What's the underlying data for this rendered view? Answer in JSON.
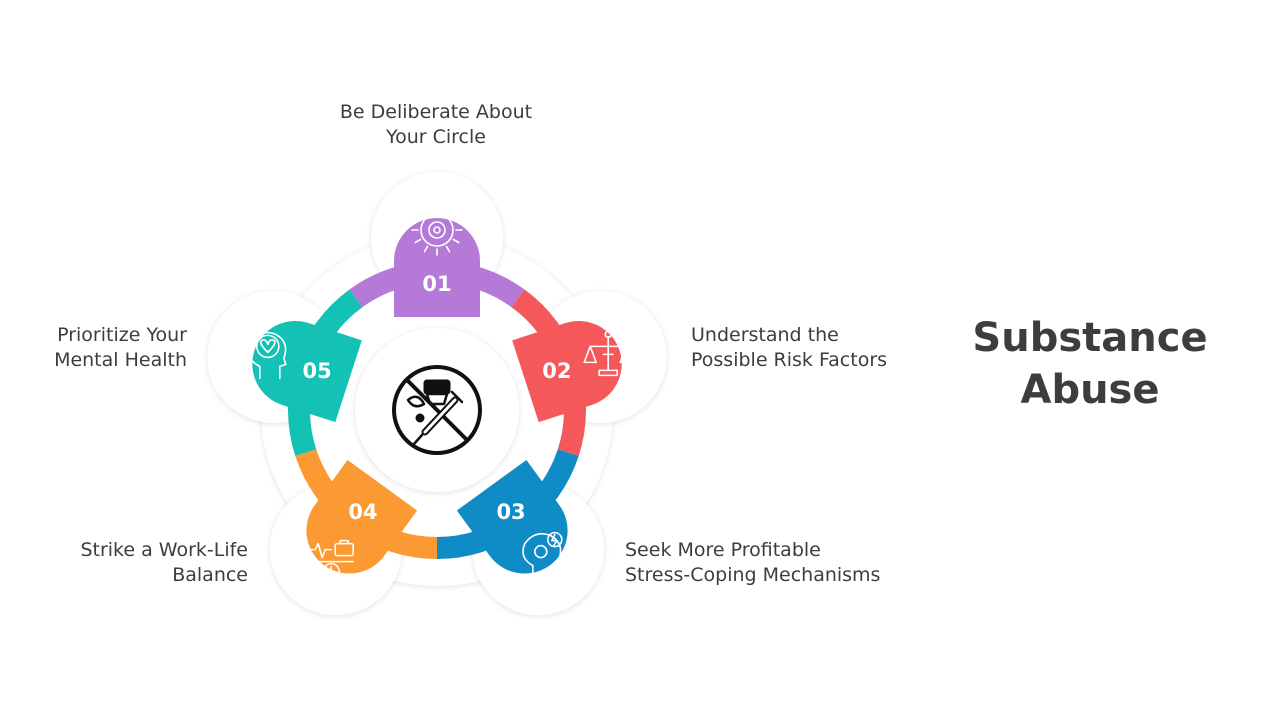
{
  "title": {
    "line1": "Substance",
    "line2": "Abuse"
  },
  "center_icon": "no-drugs-icon",
  "steps": [
    {
      "number": "01",
      "line1": "Be Deliberate  About",
      "line2": "Your Circle",
      "color": "#b57ad8",
      "icon": "brain-gear-icon"
    },
    {
      "number": "02",
      "line1": "Understand  the",
      "line2": "Possible  Risk Factors",
      "color": "#f5585a",
      "icon": "balance-scale-icon"
    },
    {
      "number": "03",
      "line1": "Seek More  Profitable",
      "line2": "Stress-Coping  Mechanisms",
      "color": "#0f8bc6",
      "icon": "head-gear-icon"
    },
    {
      "number": "04",
      "line1": "Strike  a Work-Life",
      "line2": "Balance",
      "color": "#fb9a33",
      "icon": "work-life-balance-icon"
    },
    {
      "number": "05",
      "line1": "Prioritize  Your",
      "line2": "Mental Health",
      "color": "#13c1b5",
      "icon": "head-heart-icon"
    }
  ]
}
